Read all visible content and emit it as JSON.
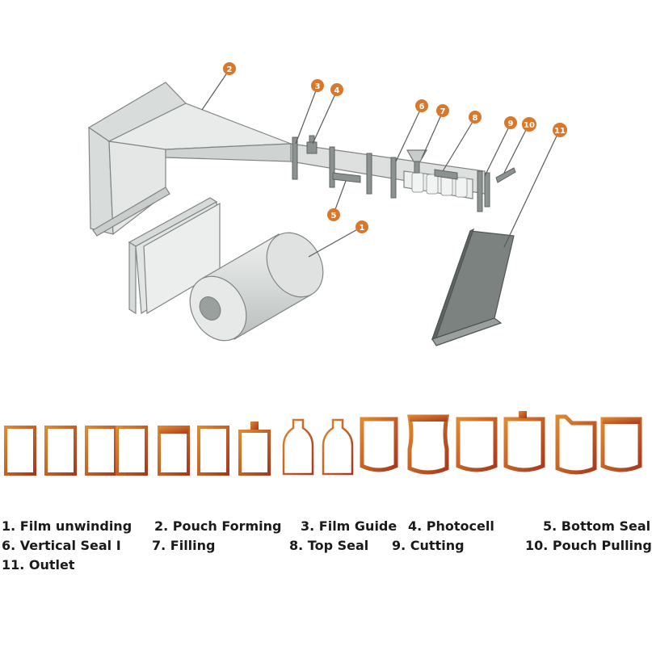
{
  "colors": {
    "accent": "#d9772b",
    "pouch_dark": "#a8381c",
    "pouch_light": "#ffffff",
    "machine_fill": "#d8dcdb",
    "machine_stroke": "#7f8583",
    "outlet": "#6f7674",
    "text": "#1a1a1a"
  },
  "callouts": [
    "2",
    "3",
    "4",
    "6",
    "7",
    "8",
    "9",
    "10",
    "11",
    "5",
    "1"
  ],
  "legend": [
    "1. Film unwinding",
    "2. Pouch Forming",
    "3. Film Guide",
    "4. Photocell",
    "5. Bottom Seal",
    "6. Vertical Seal I",
    "7.  Filling",
    "8. Top Seal",
    "9. Cutting",
    "10. Pouch Pulling",
    "11. Outlet"
  ]
}
